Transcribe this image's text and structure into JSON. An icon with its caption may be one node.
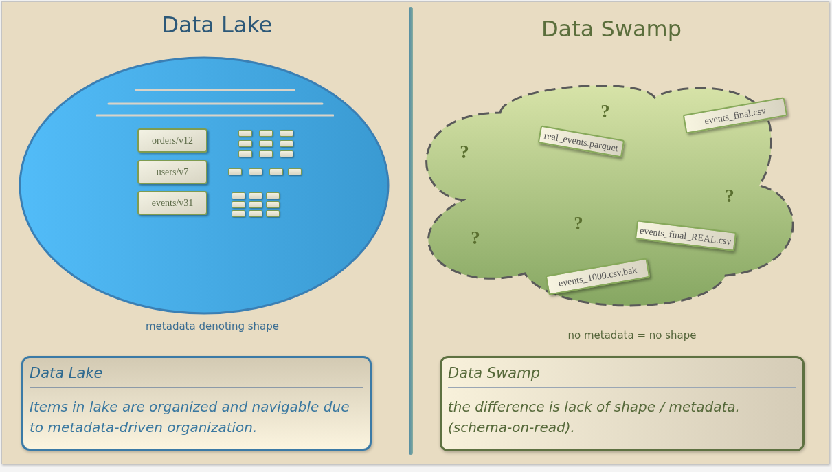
{
  "diagram": {
    "nodes": [
      {
        "text": [],
        "shape": "ellipse",
        "beside": [
          "metadata denoting shape"
        ]
      },
      {
        "text": [
          "orders/v12"
        ],
        "in": 0
      },
      {
        "text": [
          "users/v7"
        ],
        "in": 0
      },
      {
        "text": [
          "events/v31"
        ],
        "in": 0
      },
      {
        "text": [],
        "shape": "box",
        "in": 0
      },
      {
        "text": [],
        "shape": "box",
        "in": 0
      },
      {
        "text": [],
        "shape": "box",
        "in": 0
      },
      {
        "text": [],
        "shape": "box",
        "in": 0
      },
      {
        "text": [],
        "shape": "box",
        "in": 0
      },
      {
        "text": [],
        "shape": "box",
        "in": 0
      },
      {
        "text": [],
        "shape": "box",
        "in": 0
      },
      {
        "text": [],
        "shape": "box",
        "in": 0
      },
      {
        "text": [],
        "shape": "box",
        "in": 0
      },
      {
        "text": [],
        "shape": "box",
        "in": 0
      },
      {
        "text": [],
        "shape": "box",
        "in": 0
      },
      {
        "text": [],
        "shape": "box",
        "in": 0
      },
      {
        "text": [],
        "shape": "box",
        "in": 0
      },
      {
        "text": [],
        "shape": "box",
        "in": 0
      },
      {
        "text": [],
        "shape": "box",
        "in": 0
      },
      {
        "text": [],
        "shape": "box",
        "in": 0
      },
      {
        "text": [],
        "shape": "box",
        "in": 0
      },
      {
        "text": [],
        "shape": "box",
        "in": 0
      },
      {
        "text": [],
        "shape": "box",
        "in": 0
      },
      {
        "text": [],
        "shape": "box",
        "in": 0
      },
      {
        "text": [],
        "shape": "box",
        "in": 0
      },
      {
        "text": [],
        "shape": "box",
        "in": 0
      },
      {
        "text": [],
        "shape": "cloud",
        "beside": [
          "no metadata = no shape"
        ]
      },
      {
        "text": [
          "real_events.parquet"
        ],
        "in": 26
      },
      {
        "text": [
          "events_final.csv"
        ],
        "in": 26
      },
      {
        "text": [
          "events_final_REAL.csv"
        ],
        "in": 26
      },
      {
        "text": [
          "events_1000.csv.bak"
        ],
        "in": 26
      },
      {
        "text": [
          "Data Lake",
          "Items in lake are organized and navigable due to metadata-driven organization."
        ]
      },
      {
        "text": [
          "Data Swamp",
          "the difference is lack of shape / metadata. (schema-on-read)."
        ]
      }
    ],
    "labels": [
      "Data Lake",
      "Data Swamp",
      "?",
      "?",
      "?",
      "?",
      "?"
    ]
  }
}
